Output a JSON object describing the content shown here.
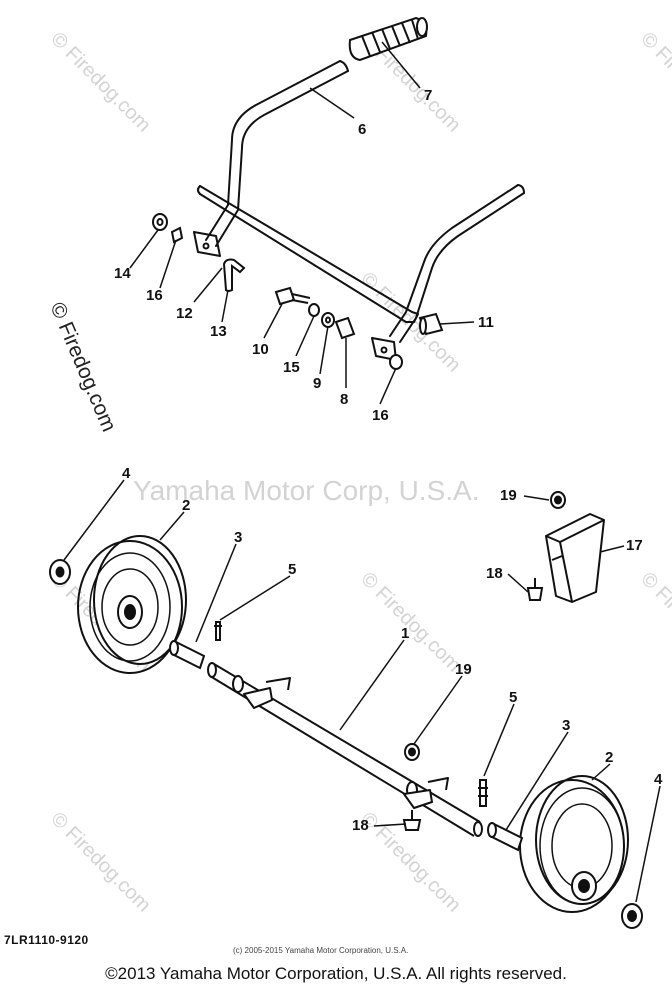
{
  "watermarks": {
    "center": "Yamaha Motor Corp, U.S.A.",
    "left": "© Firedog.com",
    "repeat": "© Firedog.com"
  },
  "callouts": {
    "c1": "1",
    "c2a": "2",
    "c2b": "2",
    "c3a": "3",
    "c3b": "3",
    "c4a": "4",
    "c4b": "4",
    "c5a": "5",
    "c5b": "5",
    "c6": "6",
    "c7": "7",
    "c8": "8",
    "c9": "9",
    "c10": "10",
    "c11": "11",
    "c12": "12",
    "c13": "13",
    "c14": "14",
    "c15": "15",
    "c16a": "16",
    "c16b": "16",
    "c17": "17",
    "c18a": "18",
    "c18b": "18",
    "c19a": "19",
    "c19b": "19"
  },
  "part_code": "7LR1110-9120",
  "small_copyright": "(c) 2005-2015 Yamaha Motor Corporation, U.S.A.",
  "footer": "©2013 Yamaha Motor Corporation, U.S.A. All rights reserved."
}
